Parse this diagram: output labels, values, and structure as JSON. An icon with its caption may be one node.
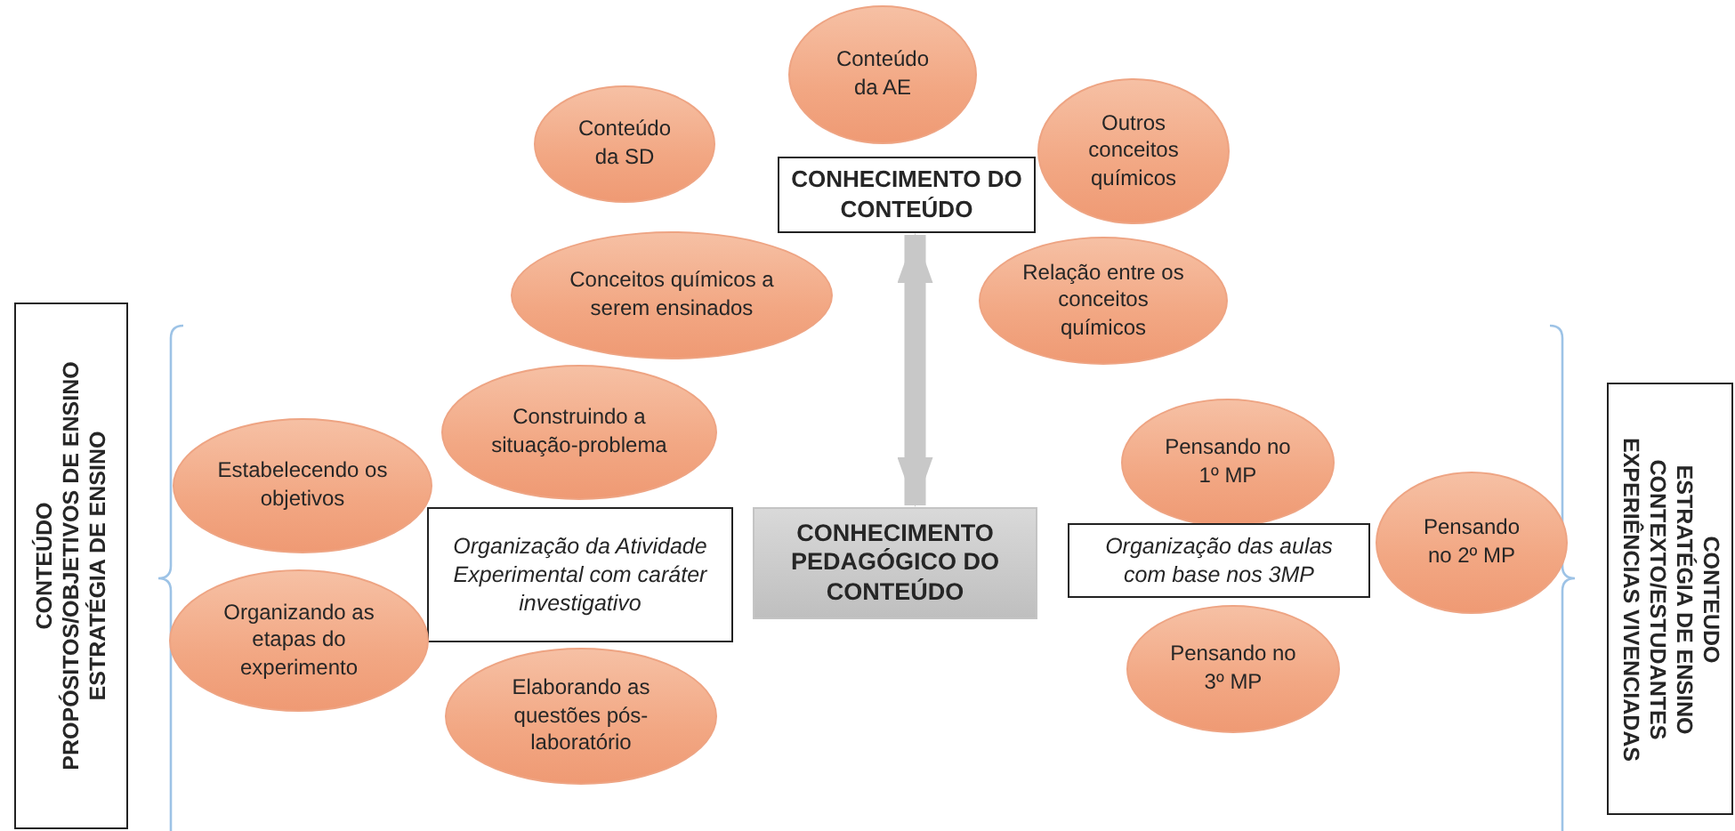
{
  "diagram": {
    "nodes": [
      {
        "text": [
          "Conteúdo da SD"
        ]
      },
      {
        "text": [
          "Conteúdo da AE"
        ]
      },
      {
        "text": [
          "Outros conceitos químicos"
        ]
      },
      {
        "text": [
          "CONHECIMENTO DO CONTEÚDO"
        ]
      },
      {
        "text": [
          "Conceitos químicos a serem ensinados"
        ]
      },
      {
        "text": [
          "Relação entre os conceitos químicos"
        ]
      },
      {
        "text": [
          "CONTEÚDO",
          "PROPÓSITOS/OBJETIVOS DE ENSINO",
          "ESTRATÉGIA DE ENSINO"
        ]
      },
      {
        "text": [
          "Construindo a situação-problema"
        ]
      },
      {
        "text": [
          "Pensando no 1º MP"
        ]
      },
      {
        "text": [
          "Estabelecendo os objetivos"
        ]
      },
      {
        "text": [
          "Organização da Atividade Experimental com caráter investigativo"
        ]
      },
      {
        "text": [
          "CONHECIMENTO PEDAGÓGICO DO CONTEÚDO"
        ]
      },
      {
        "text": [
          "Organização das aulas com base nos 3MP"
        ]
      },
      {
        "text": [
          "Pensando no 2º MP"
        ]
      },
      {
        "text": [
          "CONTEUDO",
          "ESTRATÉGIA DE ENSINO",
          "CONTEXTO/ESTUDANTES",
          "EXPERIÊNCIAS VIVENCIADAS"
        ]
      },
      {
        "text": [
          "Organizando as etapas do experimento"
        ]
      },
      {
        "text": [
          "Elaborando as questões pós-laboratório"
        ]
      },
      {
        "text": [
          "Pensando no 3º MP"
        ]
      }
    ],
    "edges": [
      {
        "from": 3,
        "to": 11,
        "arrow": "both",
        "color": "#c8c8c8"
      }
    ]
  }
}
